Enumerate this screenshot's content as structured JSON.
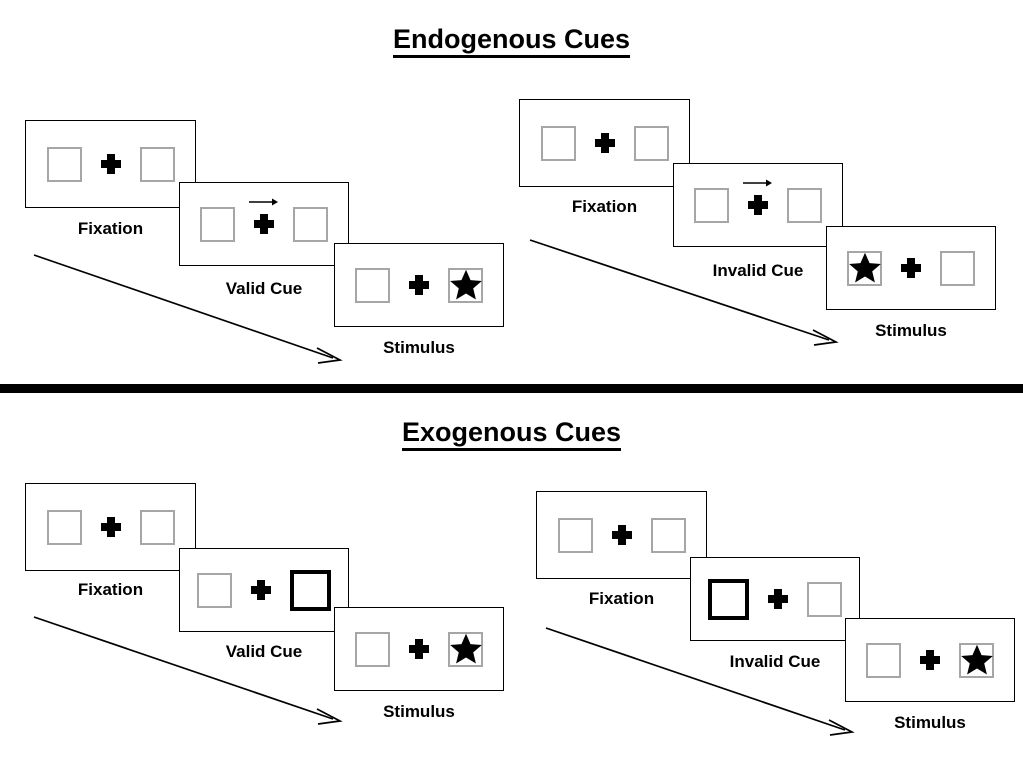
{
  "sections": [
    {
      "id": "endogenous",
      "title": "Endogenous Cues",
      "columns": [
        {
          "id": "endogenous-valid",
          "frames": [
            {
              "label": "Fixation",
              "cue": "none",
              "cued_side": "none",
              "star_side": "none"
            },
            {
              "label": "Valid Cue",
              "cue": "arrow",
              "arrow_direction": "right",
              "cued_side": "none",
              "star_side": "none"
            },
            {
              "label": "Stimulus",
              "cue": "none",
              "cued_side": "none",
              "star_side": "right"
            }
          ]
        },
        {
          "id": "endogenous-invalid",
          "frames": [
            {
              "label": "Fixation",
              "cue": "none",
              "cued_side": "none",
              "star_side": "none"
            },
            {
              "label": "Invalid Cue",
              "cue": "arrow",
              "arrow_direction": "right",
              "cued_side": "none",
              "star_side": "none"
            },
            {
              "label": "Stimulus",
              "cue": "none",
              "cued_side": "none",
              "star_side": "left"
            }
          ]
        }
      ]
    },
    {
      "id": "exogenous",
      "title": "Exogenous Cues",
      "columns": [
        {
          "id": "exogenous-valid",
          "frames": [
            {
              "label": "Fixation",
              "cue": "none",
              "cued_side": "none",
              "star_side": "none"
            },
            {
              "label": "Valid Cue",
              "cue": "highlight",
              "cued_side": "right",
              "star_side": "none"
            },
            {
              "label": "Stimulus",
              "cue": "none",
              "cued_side": "none",
              "star_side": "right"
            }
          ]
        },
        {
          "id": "exogenous-invalid",
          "frames": [
            {
              "label": "Fixation",
              "cue": "none",
              "cued_side": "none",
              "star_side": "none"
            },
            {
              "label": "Invalid Cue",
              "cue": "highlight",
              "cued_side": "left",
              "star_side": "none"
            },
            {
              "label": "Stimulus",
              "cue": "none",
              "cued_side": "none",
              "star_side": "right"
            }
          ]
        }
      ]
    }
  ],
  "icons": {
    "fixation_cross": "plus-icon",
    "target_star": "star-icon",
    "cue_arrow": "arrow-right-icon",
    "time_flow": "diagonal-arrow-icon"
  },
  "colors": {
    "ink": "#000000",
    "square_border": "#a6a6a6",
    "background": "#ffffff"
  }
}
